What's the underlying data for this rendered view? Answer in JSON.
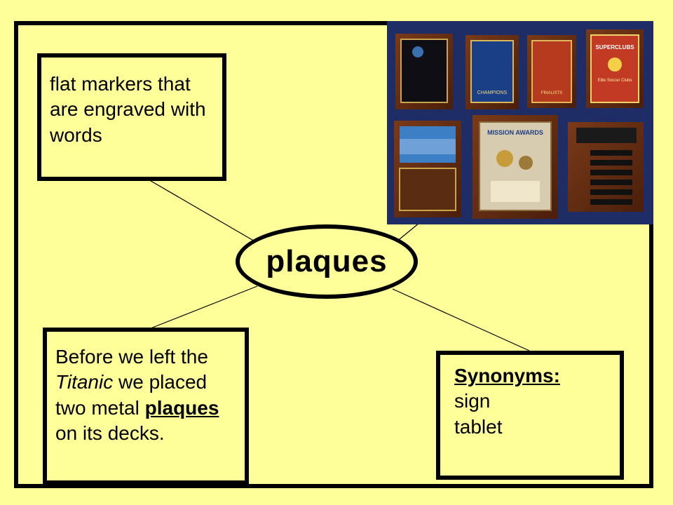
{
  "center_term": "plaques",
  "definition": "flat markers that are engraved with words",
  "sentence": {
    "before": "Before we left the ",
    "italic": "Titanic",
    "middle": " we placed two metal ",
    "bold_underline": "plaques",
    "after": " on its decks."
  },
  "synonyms": {
    "heading": "Synonyms:",
    "items": [
      "sign",
      "tablet"
    ]
  },
  "photo": {
    "description_icon": "award-plaques-photo",
    "plaque_texts": [
      "CHAMPIONS",
      "FINALISTS",
      "SUPERCLUBS",
      "Elite Soccer Clubs",
      "MISSION AWARDS"
    ]
  }
}
